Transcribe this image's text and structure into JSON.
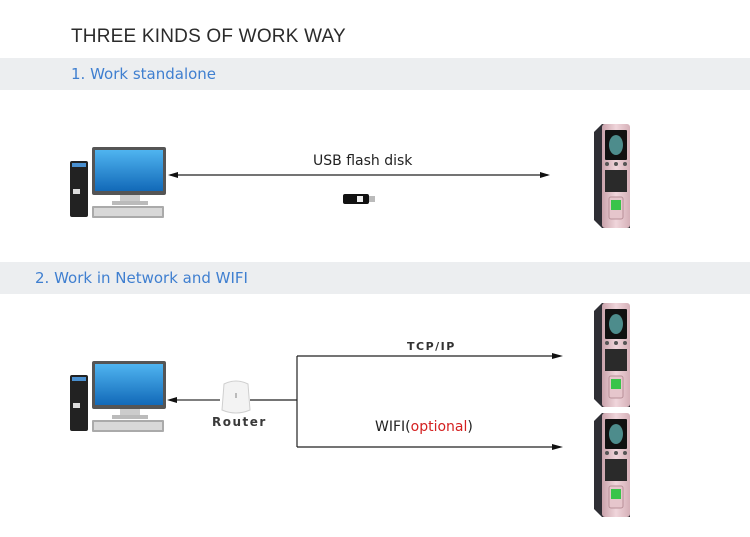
{
  "title": "THREE KINDS OF WORK WAY",
  "sections": [
    {
      "heading": "1. Work standalone",
      "connection_label": "USB flash disk",
      "nodes": [
        "computer",
        "usb-flash-disk",
        "attendance-terminal"
      ]
    },
    {
      "heading": "2. Work in Network and WIFI",
      "router_label": "Router",
      "tcp_label": "TCP/IP",
      "wifi_label_prefix": "WIFI(",
      "wifi_label_optional": "optional",
      "wifi_label_suffix": ")",
      "nodes": [
        "computer",
        "router",
        "attendance-terminal",
        "attendance-terminal"
      ]
    }
  ],
  "colors": {
    "heading_text": "#3f7fd0",
    "band_background": "#eceef0",
    "optional_text": "#d42020",
    "device_body": "#e8c9cf"
  }
}
